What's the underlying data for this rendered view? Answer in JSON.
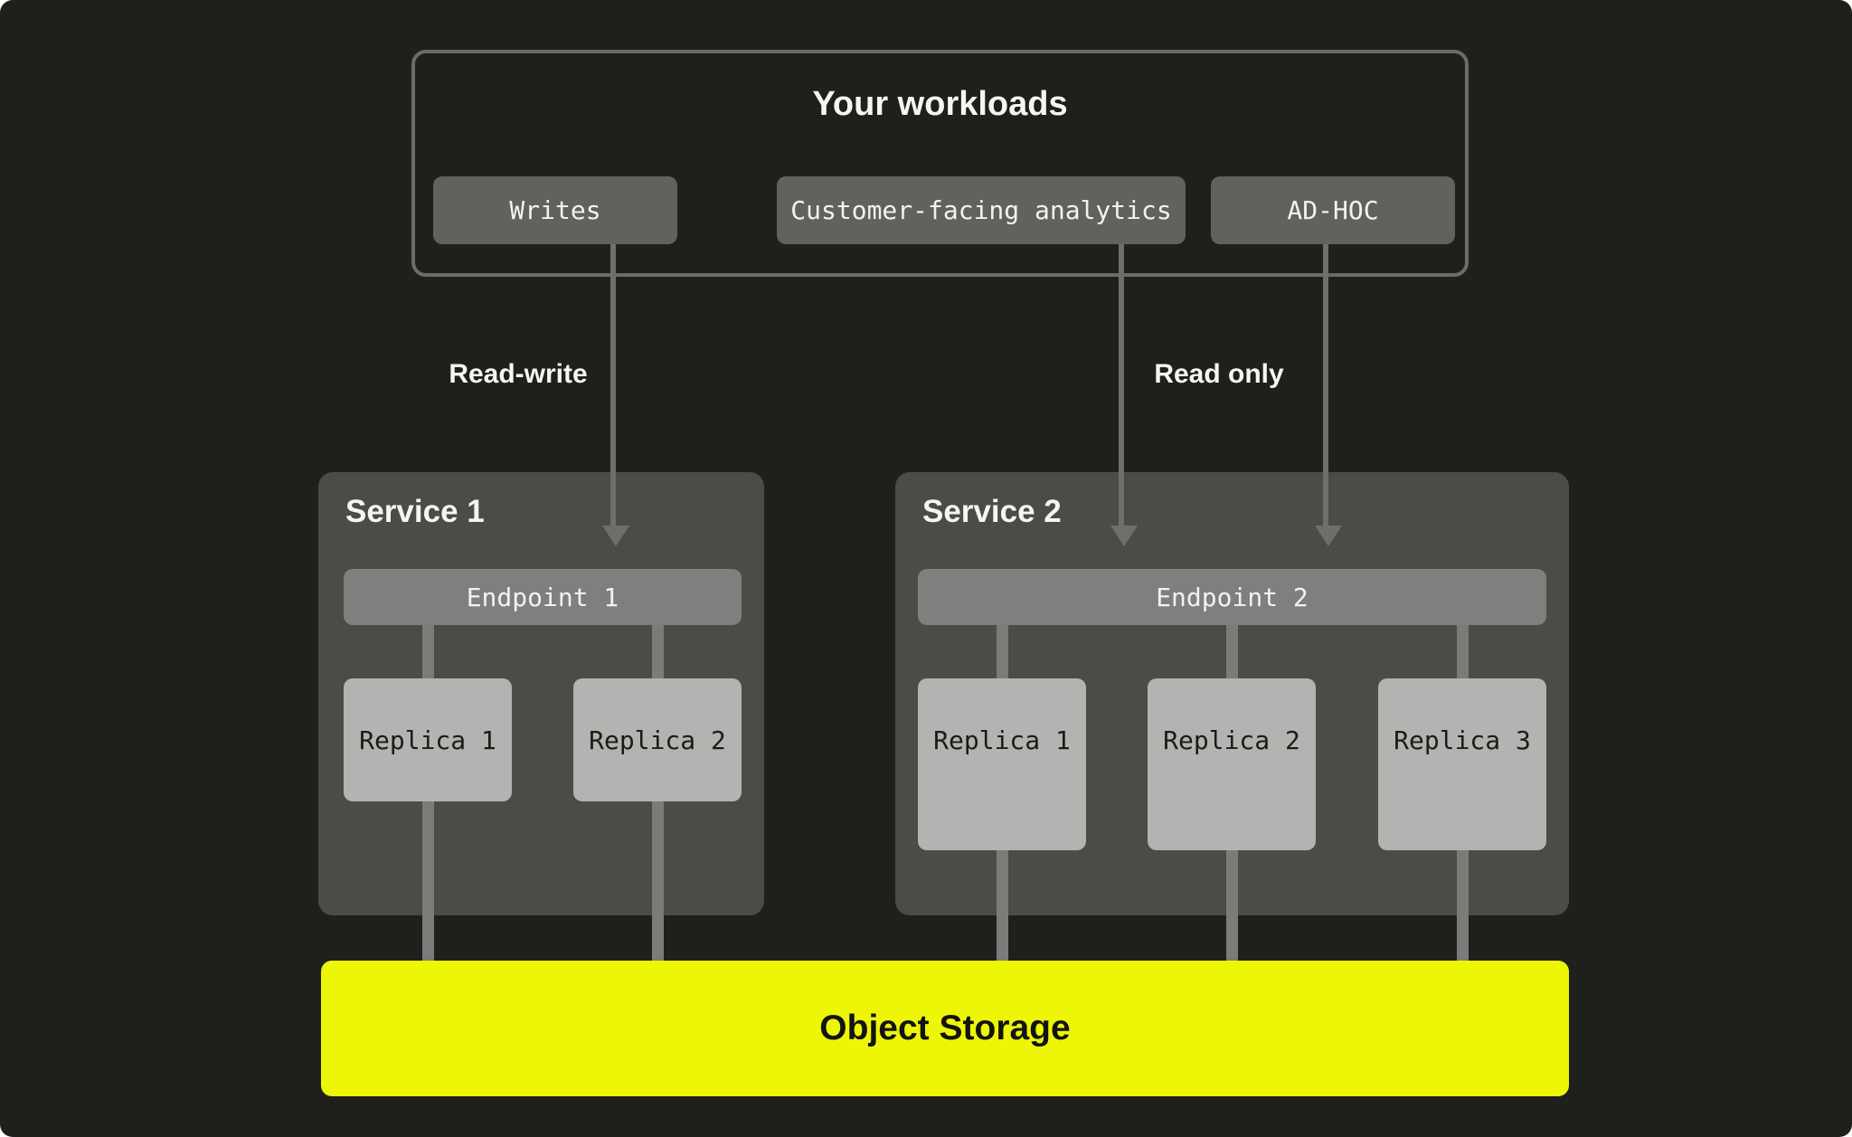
{
  "diagram": {
    "workloads": {
      "title": "Your workloads",
      "items": [
        {
          "label": "Writes"
        },
        {
          "label": "Customer-facing analytics"
        },
        {
          "label": "AD-HOC"
        }
      ]
    },
    "flows": {
      "read_write": "Read-write",
      "read_only": "Read only"
    },
    "services": [
      {
        "title": "Service 1",
        "endpoint": {
          "label": "Endpoint 1"
        },
        "replicas": [
          {
            "label": "Replica 1"
          },
          {
            "label": "Replica 2"
          }
        ]
      },
      {
        "title": "Service 2",
        "endpoint": {
          "label": "Endpoint 2"
        },
        "replicas": [
          {
            "label": "Replica 1"
          },
          {
            "label": "Replica 2"
          },
          {
            "label": "Replica 3"
          }
        ]
      }
    ],
    "storage": {
      "label": "Object Storage"
    },
    "colors": {
      "background": "#1f1f1b",
      "group_border": "#6b6b68",
      "workload_button": "#61615e",
      "service_panel": "#4b4b48",
      "endpoint_bar": "#7f7f7d",
      "replica_box": "#b3b3b1",
      "connector_line": "#7b7b79",
      "arrow_line": "#6e6e6b",
      "storage_accent": "#edf607",
      "text_light": "#f5f5f4",
      "text_dark": "#131310"
    }
  }
}
